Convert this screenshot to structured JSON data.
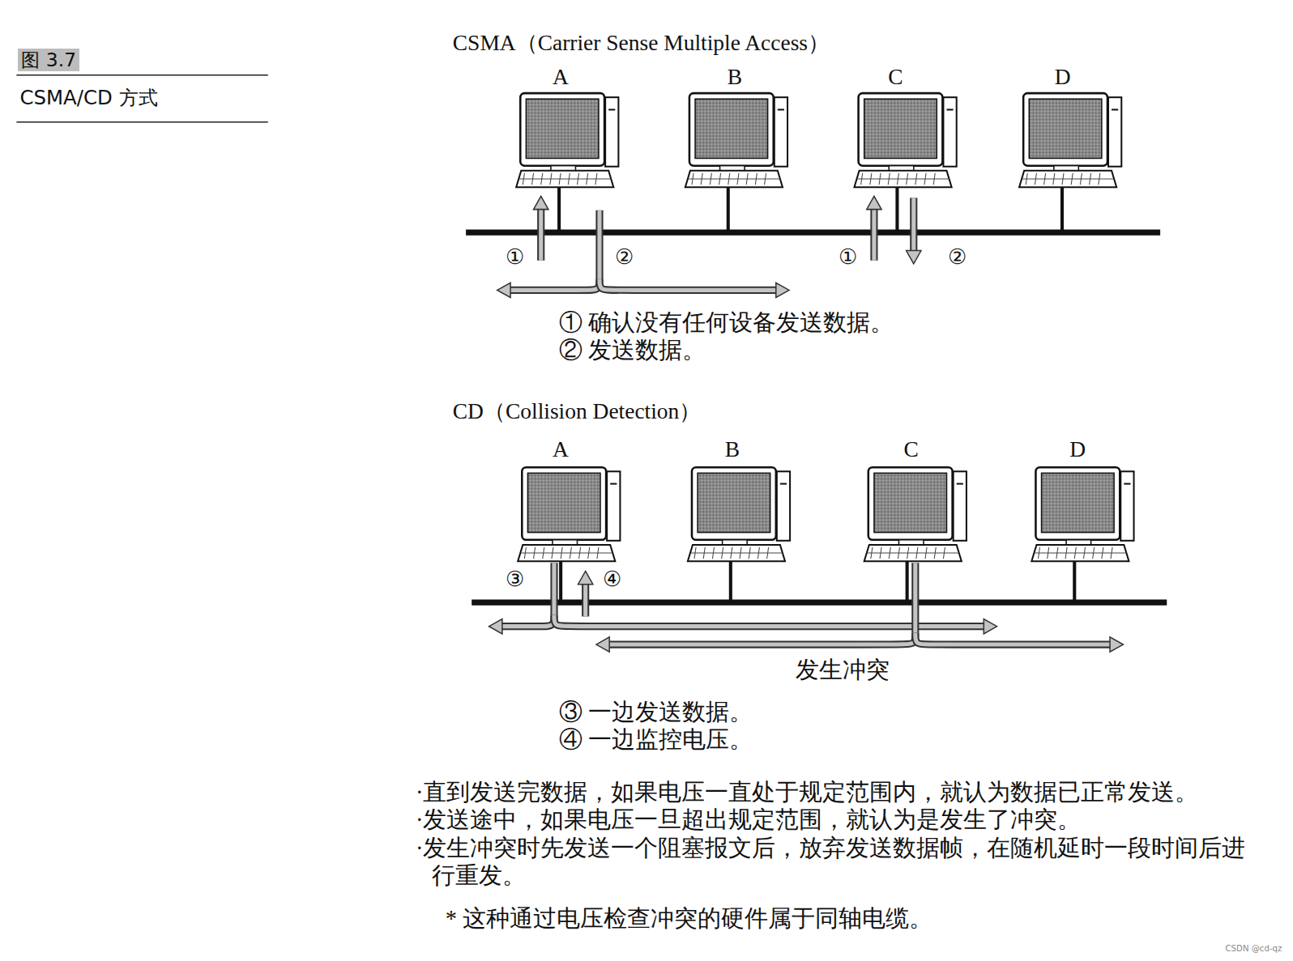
{
  "diagram": {
    "title": "CSMA/CD 方式",
    "labels": [
      "图 3.7",
      "CSMA（Carrier Sense Multiple Access）",
      "A",
      "B",
      "C",
      "D",
      "①",
      "②",
      "①",
      "②",
      "① 确认没有任何设备发送数据。",
      "② 发送数据。",
      "CD（Collision Detection）",
      "A",
      "B",
      "C",
      "D",
      "③",
      "④",
      "发生冲突",
      "③ 一边发送数据。",
      "④ 一边监控电压。",
      "·直到发送完数据，如果电压一直处于规定范围内，就认为数据已正常发送。",
      "·发送途中，如果电压一旦超出规定范围，就认为是发生了冲突。",
      "·发生冲突时先发送一个阻塞报文后，放弃发送数据帧，在随机延时一段时间后进行重发。",
      "* 这种通过电压检查冲突的硬件属于同轴电缆。",
      "CSDN @cd-qz"
    ]
  }
}
